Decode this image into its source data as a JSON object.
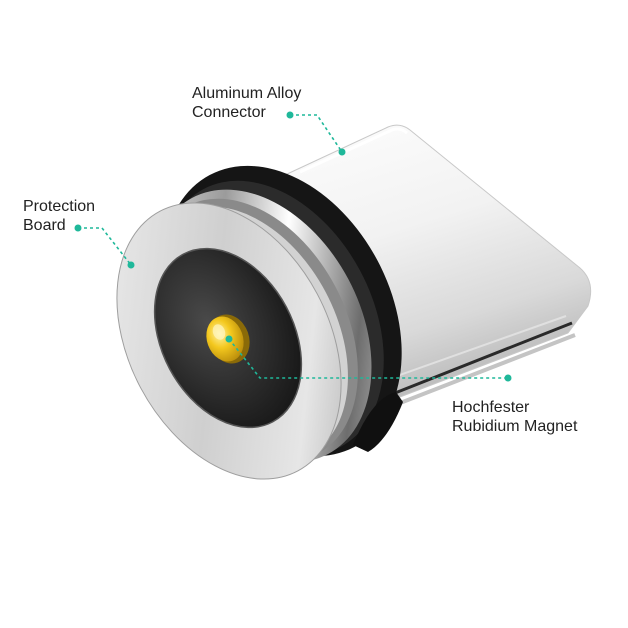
{
  "colors": {
    "accent": "#1fb89a",
    "label_text": "#222222",
    "background": "#ffffff",
    "contact_pin": "#f2c21a"
  },
  "callouts": {
    "aluminum_alloy_connector": {
      "line1": "Aluminum Alloy",
      "line2": "Connector"
    },
    "protection_board": {
      "line1": "Protection",
      "line2": "Board"
    },
    "magnet": {
      "line1": "Hochfester",
      "line2": "Rubidium Magnet"
    }
  }
}
